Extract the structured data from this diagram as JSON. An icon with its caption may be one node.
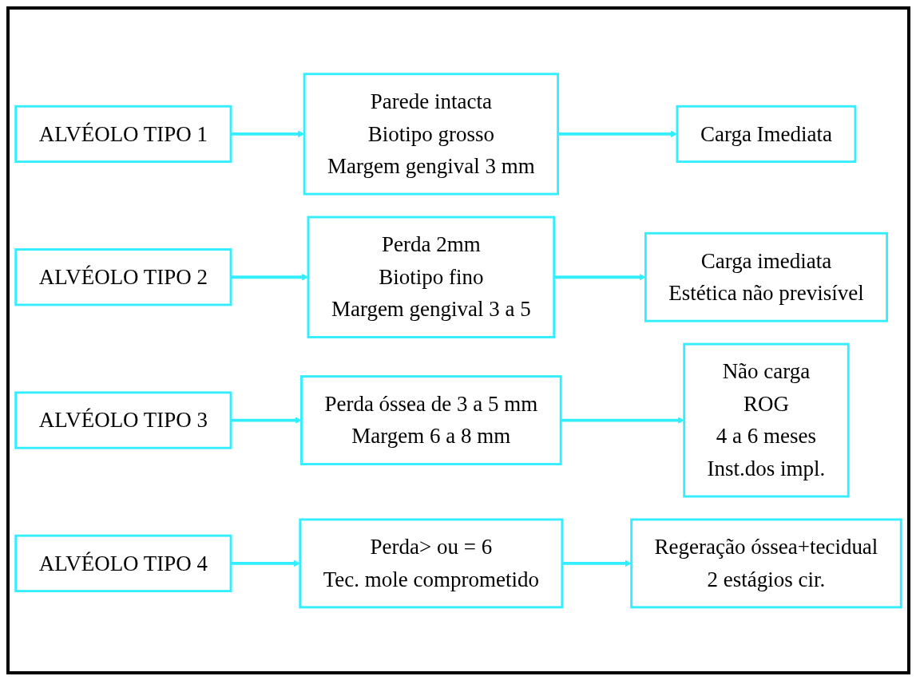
{
  "diagram": {
    "nodes": [
      {
        "text": [
          "ALVÉOLO TIPO 1"
        ]
      },
      {
        "text": [
          "Parede intacta",
          "Biotipo grosso",
          "Margem gengival 3 mm"
        ]
      },
      {
        "text": [
          "Carga Imediata"
        ]
      },
      {
        "text": [
          "ALVÉOLO TIPO 2"
        ]
      },
      {
        "text": [
          "Perda 2mm",
          "Biotipo fino",
          "Margem gengival 3 a 5"
        ]
      },
      {
        "text": [
          "Carga imediata",
          "Estética não previsível"
        ]
      },
      {
        "text": [
          "ALVÉOLO TIPO 3"
        ]
      },
      {
        "text": [
          "Perda óssea de 3 a 5 mm",
          "Margem 6 a 8 mm"
        ]
      },
      {
        "text": [
          "Não carga",
          "ROG",
          "4 a 6 meses",
          "Inst.dos impl."
        ]
      },
      {
        "text": [
          "ALVÉOLO TIPO 4"
        ]
      },
      {
        "text": [
          "Perda> ou = 6",
          "Tec. mole comprometido"
        ]
      },
      {
        "text": [
          "Regeração óssea+tecidual",
          "2 estágios cir."
        ]
      }
    ],
    "edges": [
      {
        "from": 0,
        "to": 1,
        "arrow": "to"
      },
      {
        "from": 1,
        "to": 2,
        "arrow": "to"
      },
      {
        "from": 3,
        "to": 4,
        "arrow": "to"
      },
      {
        "from": 4,
        "to": 5,
        "arrow": "to"
      },
      {
        "from": 6,
        "to": 7,
        "arrow": "to"
      },
      {
        "from": 7,
        "to": 8,
        "arrow": "to"
      },
      {
        "from": 9,
        "to": 10,
        "arrow": "to"
      },
      {
        "from": 10,
        "to": 11,
        "arrow": "to"
      }
    ]
  }
}
